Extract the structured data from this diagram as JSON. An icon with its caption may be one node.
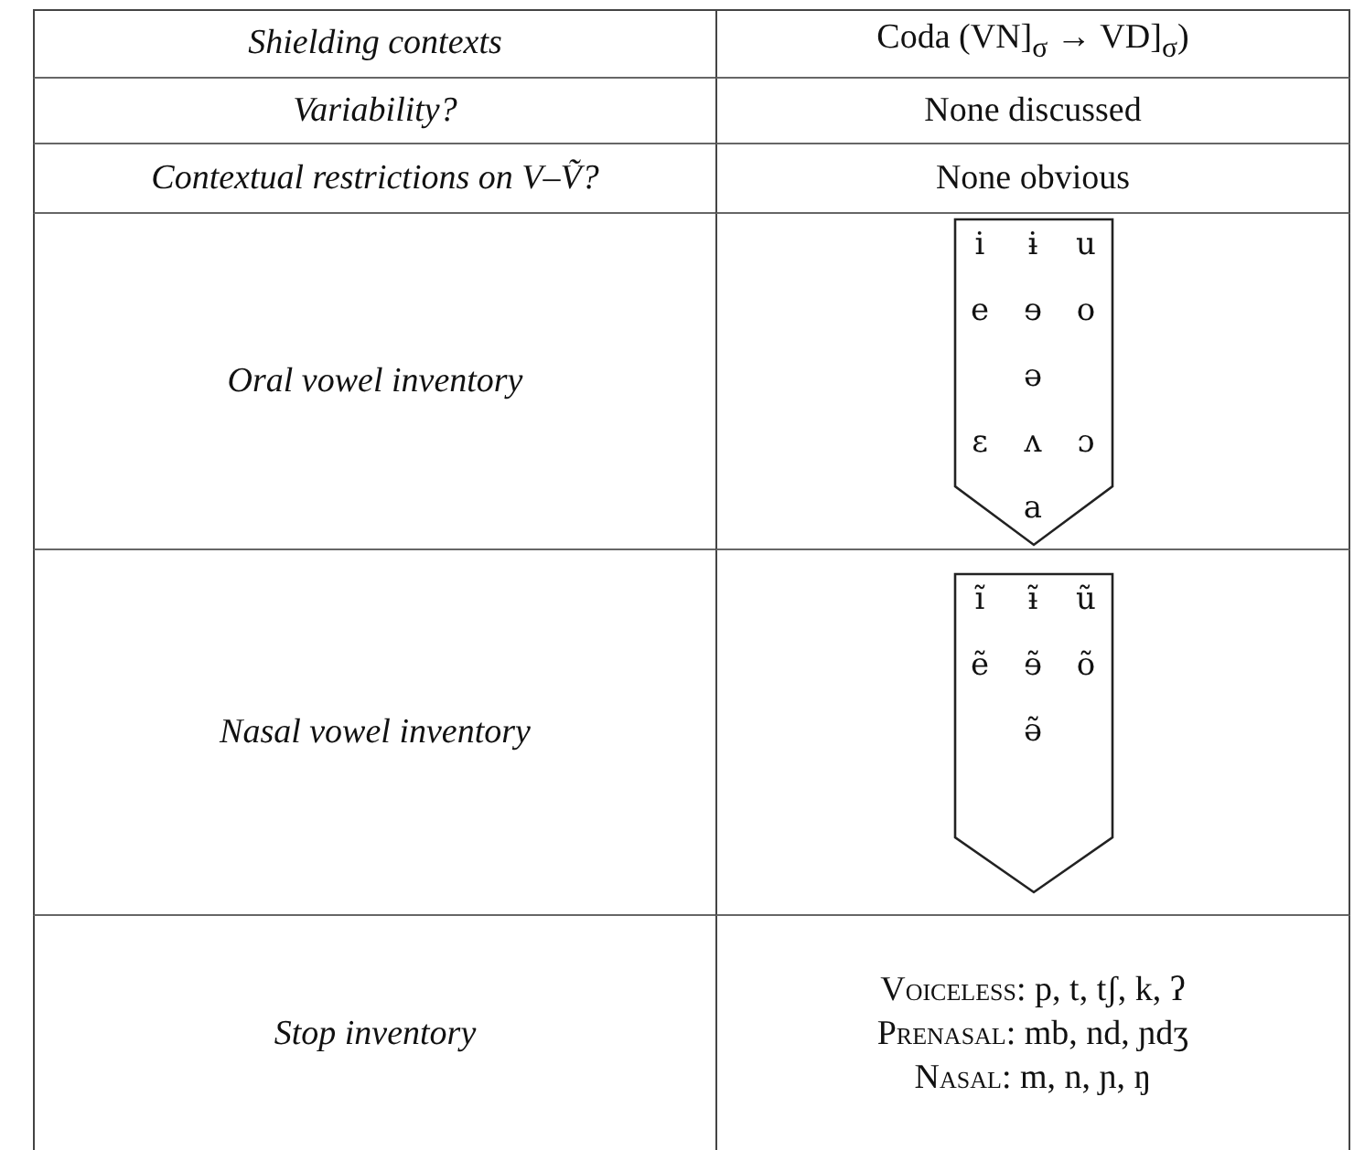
{
  "diagram": {
    "nodes": [
      {
        "text": [
          "i",
          "ɨ",
          "u",
          "e",
          "ɘ",
          "o",
          "ə",
          "ɛ",
          "ʌ",
          "ɔ",
          "a"
        ]
      },
      {
        "text": [
          "ĩ",
          "ɨ̃",
          "ũ",
          "ẽ",
          "ɘ̃",
          "õ",
          "ə̃"
        ]
      }
    ],
    "labels": [
      "Shielding contexts",
      "Coda (VN]$_{σ}$ → VD]$_{σ}$)",
      "Variability?",
      "None discussed",
      "Contextual restrictions on V–Ṽ?",
      "None obvious",
      "Oral vowel inventory",
      "Nasal vowel inventory",
      "Stop inventory",
      "Voiceless: p, t, tʃ, k, ʔ",
      "Prenasal: mb, nd, ɲdʒ",
      "Nasal: m, n, ɲ, ŋ"
    ]
  }
}
